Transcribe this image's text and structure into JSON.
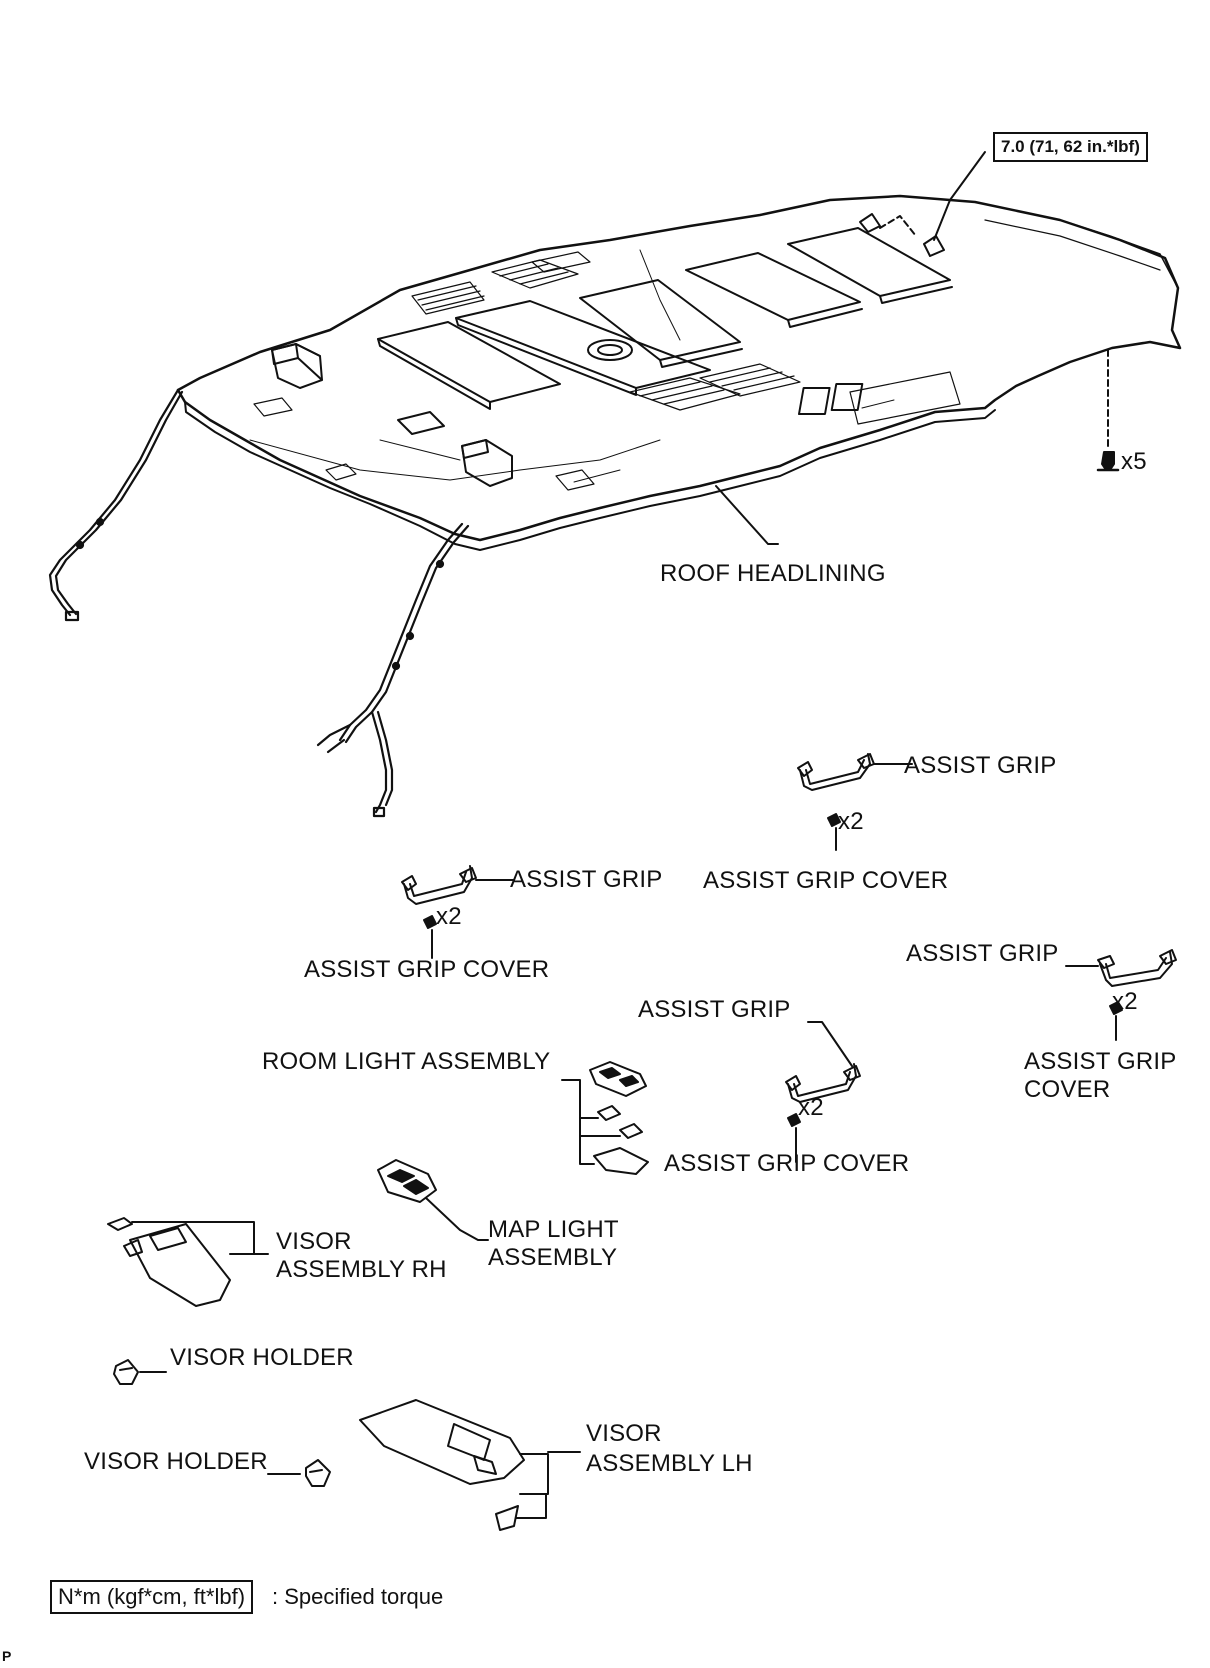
{
  "labels": {
    "torque_value": "7.0 (71, 62 in.*lbf)",
    "x5": "x5",
    "roof_headlining": "ROOF HEADLINING",
    "assist_grip": "ASSIST GRIP",
    "assist_grip_cover": "ASSIST GRIP COVER",
    "assist_grip_cover_line1": "ASSIST GRIP",
    "assist_grip_cover_line2": "COVER",
    "x2": "x2",
    "room_light_assembly": "ROOM LIGHT ASSEMBLY",
    "map_light_line1": "MAP LIGHT",
    "map_light_line2": "ASSEMBLY",
    "visor_rh_line1": "VISOR",
    "visor_rh_line2": "ASSEMBLY RH",
    "visor_lh_line1": "VISOR",
    "visor_lh_line2": "ASSEMBLY LH",
    "visor_holder": "VISOR HOLDER"
  },
  "legend": {
    "box": "N*m (kgf*cm, ft*lbf)",
    "text": ": Specified torque"
  },
  "footer_code": "P"
}
